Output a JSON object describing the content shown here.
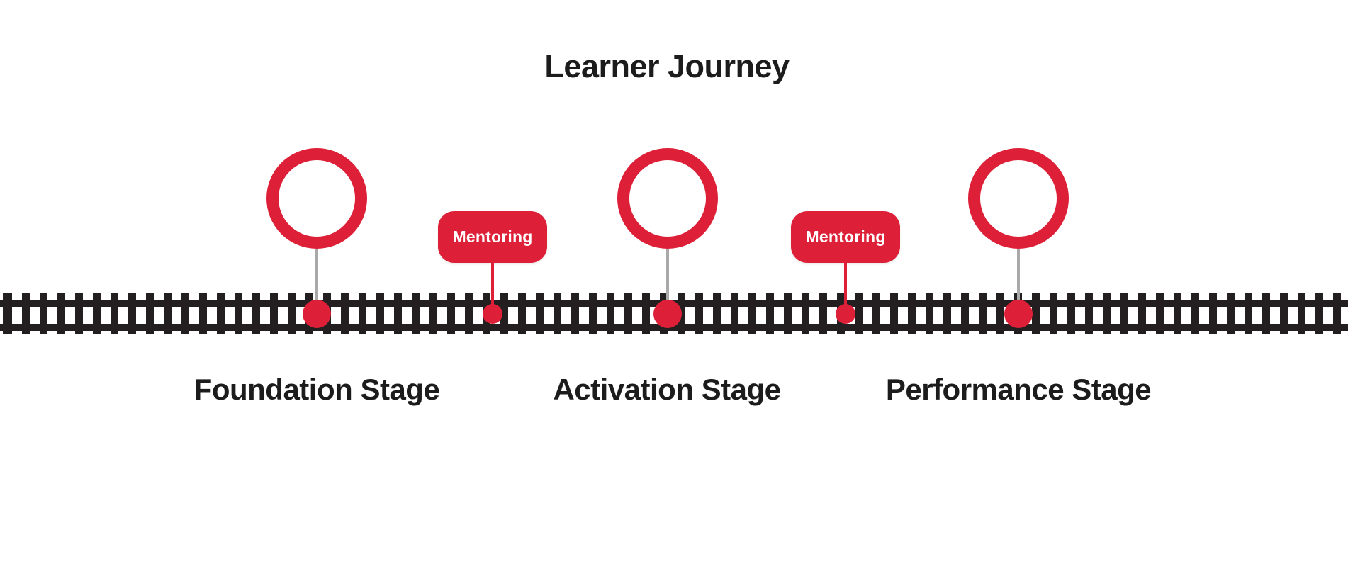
{
  "title": "Learner Journey",
  "colors": {
    "red": "#dd2038",
    "track": "#231f20",
    "text": "#1c1c1c",
    "gray": "#a9a9a9",
    "bg": "#ffffff"
  },
  "stages": [
    {
      "label": "Foundation Stage"
    },
    {
      "label": "Activation Stage"
    },
    {
      "label": "Performance Stage"
    }
  ],
  "mentoring": [
    {
      "label": "Mentoring"
    },
    {
      "label": "Mentoring"
    }
  ]
}
